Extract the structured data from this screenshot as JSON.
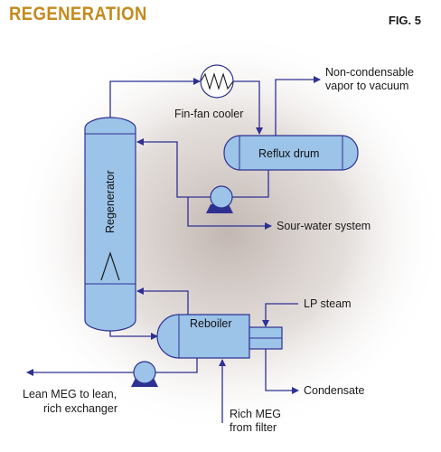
{
  "title": "REGENERATION",
  "figure_label": "FIG. 5",
  "equipment": {
    "regenerator": "Regenerator",
    "fin_fan_cooler": "Fin-fan cooler",
    "reflux_drum": "Reflux drum",
    "reboiler": "Reboiler"
  },
  "streams": {
    "non_condensable": [
      "Non-condensable",
      "vapor to vacuum"
    ],
    "sour_water": "Sour-water system",
    "lp_steam": "LP steam",
    "condensate": "Condensate",
    "lean_meg": [
      "Lean MEG to lean,",
      "rich exchanger"
    ],
    "rich_meg": [
      "Rich MEG",
      "from filter"
    ]
  },
  "colors": {
    "title": "#c48a1c",
    "vessel_fill": "#9cc3e8",
    "pipe": "#2e3192",
    "background_glow": "#bfb3ae"
  }
}
